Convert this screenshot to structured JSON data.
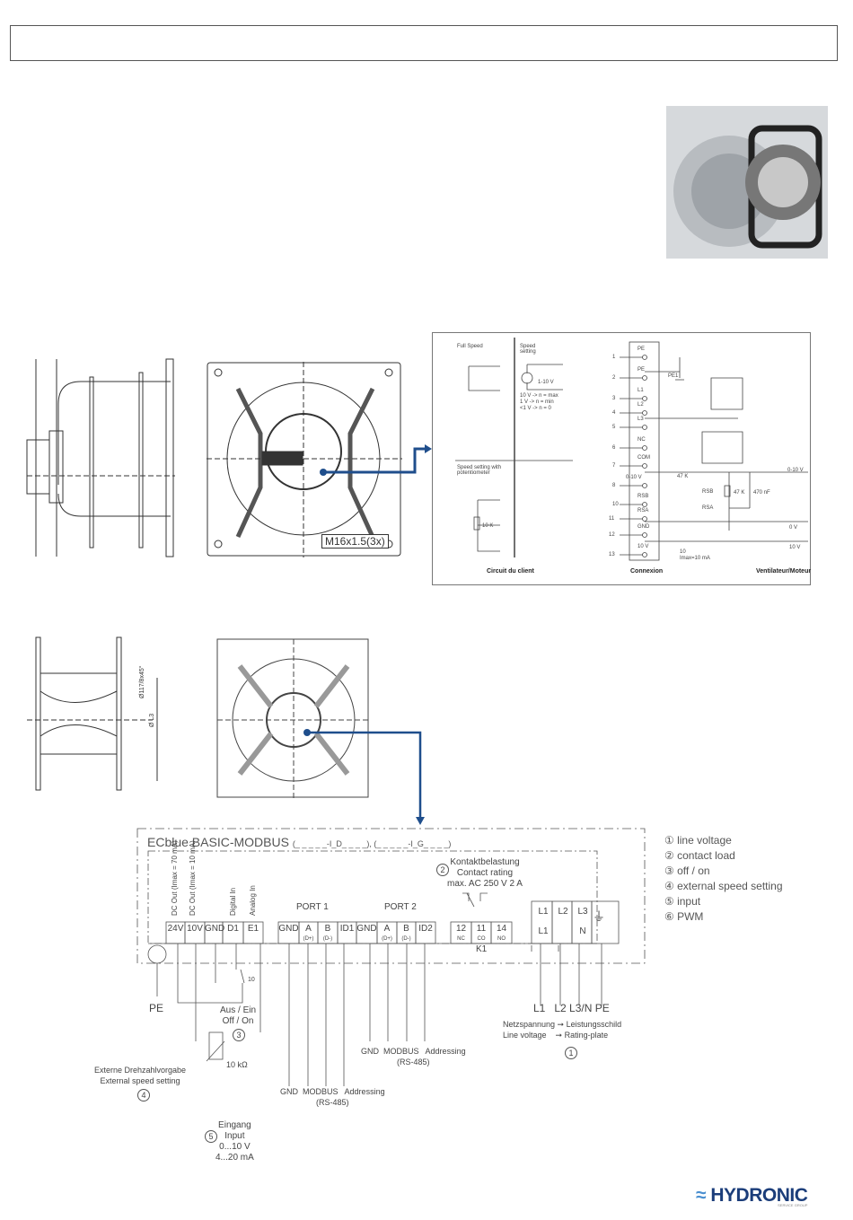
{
  "header": {
    "title": ""
  },
  "drawing_top": {
    "cable_gland": "M16x1.5(3x)"
  },
  "drawing_bottom": {
    "dim1": "Ø117/8x45°",
    "dim2": "Ø L3"
  },
  "wiring_top": {
    "full_speed": "Full Speed",
    "speed_setting": "Speed setting",
    "speed_range": "1-10 V",
    "speed_rules": [
      "10 V -> n = max",
      "1 V -> n = min",
      "<1 V -> n = 0"
    ],
    "pot_label": "Speed setting with potentiometer",
    "pot_value": "10 K",
    "terminals": [
      {
        "no": "1",
        "name": "PE"
      },
      {
        "no": "2",
        "name": "PE"
      },
      {
        "no": "3",
        "name": "L1"
      },
      {
        "no": "4",
        "name": "L2"
      },
      {
        "no": "5",
        "name": "L3"
      },
      {
        "no": "6",
        "name": "NC"
      },
      {
        "no": "7",
        "name": "COM"
      },
      {
        "no": "8",
        "name": "0-10 V"
      },
      {
        "no": "10",
        "name": "RSB"
      },
      {
        "no": "11",
        "name": "RSA"
      },
      {
        "no": "12",
        "name": "GND"
      },
      {
        "no": "13",
        "name": "10 V"
      }
    ],
    "pe1": "PE1",
    "r47k_a": "47 K",
    "r47k_b": "47 K",
    "cap": "470 nF",
    "r10": "10",
    "imax": "Imax=10 mA",
    "out_0_10": "0-10 V",
    "out_rsb": "RSB",
    "out_rsa": "RSA",
    "out_0v": "0 V",
    "out_10v": "10 V",
    "footer": [
      "Circuit du client",
      "Connexion",
      "Ventilateur/Moteur"
    ]
  },
  "wiring_bottom": {
    "title": "ECblue BASIC-MODBUS",
    "variants": "(_ _ _ _ _-I_D_ _ _ _), (_ _ _ _ _-I_G_ _ _ _)",
    "vert_labels": [
      "DC Out (Imax = 70 mA)",
      "DC Out (Imax = 10 mA)",
      "Digital In",
      "Analog In"
    ],
    "port1": "PORT 1",
    "port2": "PORT 2",
    "terminals": [
      {
        "t": "24V",
        "s": ""
      },
      {
        "t": "10V",
        "s": ""
      },
      {
        "t": "GND",
        "s": ""
      },
      {
        "t": "D1",
        "s": ""
      },
      {
        "t": "E1",
        "s": ""
      },
      {
        "t": "GND",
        "s": ""
      },
      {
        "t": "A",
        "s": "(D+)"
      },
      {
        "t": "B",
        "s": "(D-)"
      },
      {
        "t": "ID1",
        "s": ""
      },
      {
        "t": "GND",
        "s": ""
      },
      {
        "t": "A",
        "s": "(D+)"
      },
      {
        "t": "B",
        "s": "(D-)"
      },
      {
        "t": "ID2",
        "s": ""
      },
      {
        "t": "12",
        "s": "NC"
      },
      {
        "t": "11",
        "s": "CO"
      },
      {
        "t": "14",
        "s": "NO"
      }
    ],
    "contact": [
      "Kontaktbelastung",
      "Contact rating",
      "max. AC 250 V 2 A"
    ],
    "mains_top": [
      "L1",
      "L2",
      "L3",
      ""
    ],
    "mains_bottom": [
      "L1",
      "",
      "N",
      ""
    ],
    "k1": "K1",
    "pe": "PE",
    "switch_no": "10",
    "offon": [
      "Aus / Ein",
      "Off / On"
    ],
    "pot": "10 kΩ",
    "ext_speed": [
      "Externe Drehzahlvorgabe",
      "External speed setting"
    ],
    "input": [
      "Eingang",
      "Input",
      "0...10 V",
      "4...20 mA"
    ],
    "bus1": [
      "GND",
      "MODBUS",
      "(RS-485)",
      "Addressing"
    ],
    "bus2": [
      "GND",
      "MODBUS",
      "(RS-485)",
      "Addressing"
    ],
    "mains_labels": "L1   L2 L3/N PE",
    "netz": [
      "Netzspannung",
      "Leistungsschild",
      "Line voltage",
      "Rating-plate"
    ],
    "circles": [
      "1",
      "2",
      "3",
      "4",
      "5"
    ]
  },
  "legend": [
    "① line voltage",
    "② contact load",
    "③ off / on",
    "④ external speed setting",
    "⑤ input",
    "⑥ PWM"
  ],
  "logo": {
    "text": "HYDRONIC",
    "sub": "SERVICE GROUP"
  },
  "colors": {
    "arrow": "#1f4e8c",
    "logo": "#1b3d7a"
  }
}
